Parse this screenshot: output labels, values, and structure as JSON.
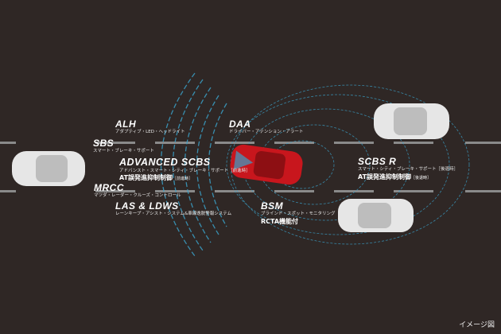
{
  "labels": {
    "alh": {
      "title": "ALH",
      "sub": "アダプティブ・LED・ヘッドライト"
    },
    "sbs": {
      "title": "SBS",
      "sub": "スマート・ブレーキ・サポート"
    },
    "ascbs": {
      "title": "ADVANCED SCBS",
      "sub": "アドバンスト・スマート・シティ・ブレーキ・サポート［前進時］",
      "jp": "AT誤発進抑制制御",
      "jp_note": "［前進時］"
    },
    "mrcc": {
      "title": "MRCC",
      "sub": "マツダ・レーダー・クルーズ・コントロール"
    },
    "las": {
      "title": "LAS & LDWS",
      "sub": "レーンキープ・アシスト・システム&車線逸脱警報システム"
    },
    "daa": {
      "title": "DAA",
      "sub": "ドライバー・アテンション・アラート"
    },
    "scbsr": {
      "title": "SCBS R",
      "sub": "スマート・シティ・ブレーキ・サポート［後退時］",
      "jp": "AT誤発進抑制制御",
      "jp_note": "［後退時］"
    },
    "bsm": {
      "title": "BSM",
      "sub": "ブラインド・スポット・モニタリング",
      "jp": "RCTA機能付"
    }
  },
  "note": "イメージ図",
  "colors": {
    "background": "#2f2725",
    "sensor": "#3aa0c8",
    "car_red": "#c8161d",
    "car_white": "#e6e6e6"
  }
}
